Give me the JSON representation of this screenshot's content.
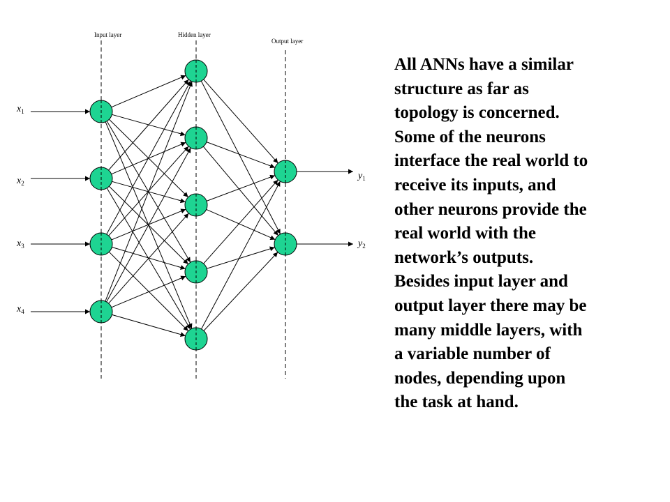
{
  "diagram": {
    "layers": [
      {
        "label": "Input layer",
        "nodes": 4
      },
      {
        "label": "Hidden layer",
        "nodes": 5
      },
      {
        "label": "Output layer",
        "nodes": 2
      }
    ],
    "inputs": [
      {
        "var": "x",
        "sub": "1"
      },
      {
        "var": "x",
        "sub": "2"
      },
      {
        "var": "x",
        "sub": "3"
      },
      {
        "var": "x",
        "sub": "4"
      }
    ],
    "outputs": [
      {
        "var": "y",
        "sub": "1"
      },
      {
        "var": "y",
        "sub": "2"
      }
    ],
    "colors": {
      "node_fill": "#1ed492",
      "stroke": "#000000"
    }
  },
  "body_text": {
    "lines": [
      "All ANNs have a similar",
      "structure as far as",
      "topology is concerned.",
      "Some of the neurons",
      "interface the real world to",
      "receive its inputs, and",
      "other neurons provide the",
      "real world with the",
      "network’s outputs.",
      "Besides input layer and",
      "output layer there may be",
      "many middle layers, with",
      "a variable number of",
      "nodes, depending upon",
      "the task at hand."
    ]
  }
}
